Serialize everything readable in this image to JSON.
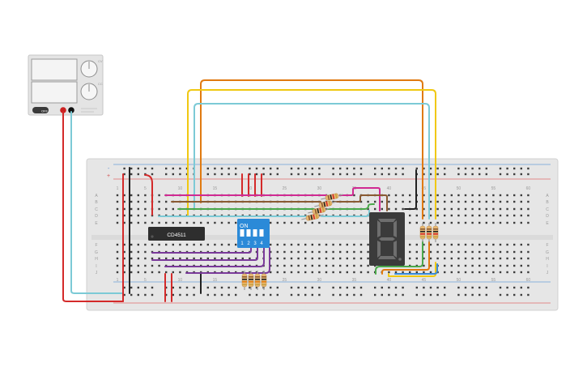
{
  "power_supply": {
    "off_label": "OFF",
    "knob_labels": [
      "CV",
      "CC"
    ],
    "terminal_colors": {
      "negative": "#111111",
      "positive": "#cc2222"
    }
  },
  "breadboard": {
    "plus_label": "+",
    "minus_label": "-",
    "column_numbers": [
      "1",
      "5",
      "10",
      "15",
      "20",
      "25",
      "30",
      "35",
      "40",
      "45",
      "50",
      "55",
      "60"
    ],
    "row_letters_top": [
      "A",
      "B",
      "C",
      "D",
      "E"
    ],
    "row_letters_bottom": [
      "F",
      "G",
      "H",
      "I",
      "J"
    ]
  },
  "ic": {
    "label": "CD4511"
  },
  "dip_switch": {
    "on_label": "ON",
    "positions": [
      "1",
      "2",
      "3",
      "4"
    ]
  },
  "display": {
    "digit": "8"
  },
  "colors": {
    "wire_red": "#d42a2a",
    "wire_black": "#222222",
    "wire_orange": "#e07a10",
    "wire_yellow": "#f0c812",
    "wire_cyan": "#7ccad6",
    "wire_magenta": "#d02a92",
    "wire_brown": "#8a5a32",
    "wire_green": "#4aa84a",
    "wire_purple": "#7a3a9a",
    "wire_blue": "#3a8ad6",
    "dip_blue": "#2b8ad8",
    "display_bg": "#3b3b3b",
    "segment_off": "#6e6e6e"
  }
}
